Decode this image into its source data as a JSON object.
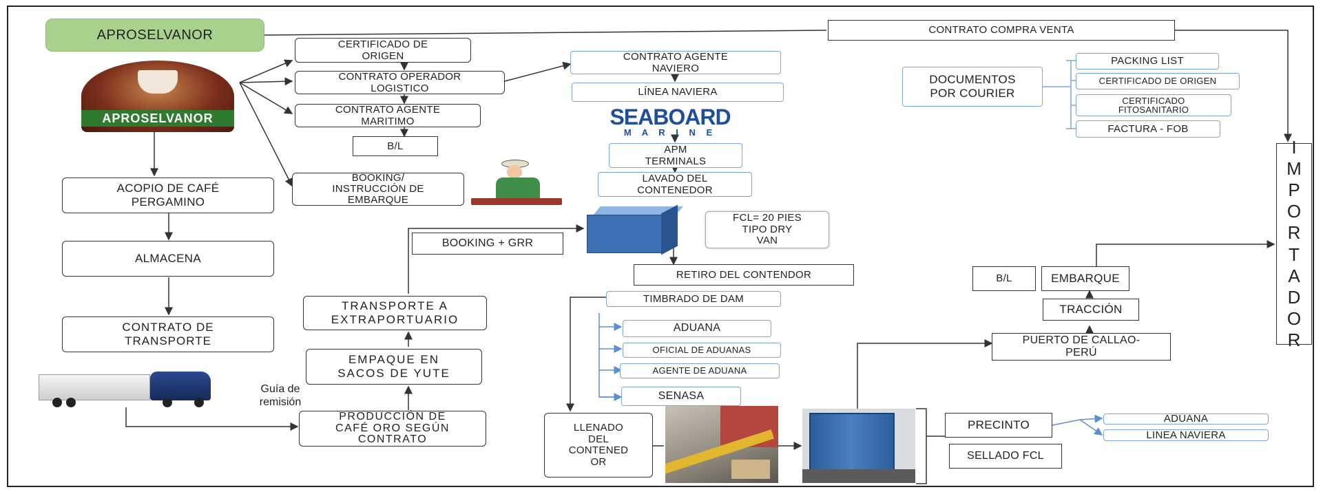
{
  "left": {
    "org_name": "APROSELVANOR",
    "logo_text": "APROSELVANOR",
    "acopio": "ACOPIO DE CAFÉ\nPERGAMINO",
    "almacena": "ALMACENA",
    "contrato_transporte": "CONTRATO DE\nTRANSPORTE",
    "guia": "Guía de\nremisión"
  },
  "docs": {
    "certificado_origen": "CERTIFICADO DE\nORIGEN",
    "operador_logistico": "CONTRATO OPERADOR\nLOGISTICO",
    "agente_maritimo": "CONTRATO AGENTE\nMARITIMO",
    "bl": "B/L",
    "booking": "BOOKING/\nINSTRUCCIÓN DE\nEMBARQUE"
  },
  "naviera": {
    "agente_naviero": "CONTRATO AGENTE\nNAVIERO",
    "linea_naviera": "LÍNEA NAVIERA",
    "seaboard_logo": "SEABOARD",
    "seaboard_sub": "M A R I N E",
    "apm": "APM\nTERMINALS",
    "lavado": "LAVADO DEL\nCONTENEDOR",
    "fcl": "FCL= 20 PIES\nTIPO DRY\nVAN",
    "retiro": "RETIRO DEL CONTENDOR"
  },
  "production": {
    "booking_grr": "BOOKING + GRR",
    "transporte_extra": "TRANSPORTE A\nEXTRAPORTUARIO",
    "empaque": "EMPAQUE EN\nSACOS DE YUTE",
    "produccion": "PRODUCCIÓN DE\nCAFÉ ORO SEGÚN\nCONTRATO"
  },
  "aduana_flow": {
    "timbrado": "TIMBRADO DE DAM",
    "aduana": "ADUANA",
    "oficial": "OFICIAL DE ADUANAS",
    "agente": "AGENTE DE ADUANA",
    "senasa": "SENASA",
    "llenado": "LLENADO\nDEL\nCONTENED\nOR"
  },
  "port": {
    "precinto": "PRECINTO",
    "precinto_aduana": "ADUANA",
    "precinto_linea": "LINEA NAVIERA",
    "sellado": "SELLADO FCL",
    "puerto": "PUERTO DE CALLAO-\nPERÚ",
    "traccion": "TRACCIÓN",
    "embarque": "EMBARQUE",
    "bl": "B/L"
  },
  "courier": {
    "contrato_compra_venta": "CONTRATO COMPRA VENTA",
    "documentos": "DOCUMENTOS\nPOR COURIER",
    "packing": "PACKING LIST",
    "cert_origen": "CERTIFICADO DE ORIGEN",
    "fitosanitario": "CERTIFICADO\nFITOSANITARIO",
    "factura": "FACTURA - FOB"
  },
  "importador": [
    "I",
    "M",
    "P",
    "O",
    "R",
    "T",
    "A",
    "D",
    "O",
    "R"
  ],
  "colors": {
    "org_green": "#a9d18e",
    "blue_border": "#7ba7d8",
    "container_blue": "#3d6fb3",
    "seaboard_blue": "#1f4e9c"
  }
}
